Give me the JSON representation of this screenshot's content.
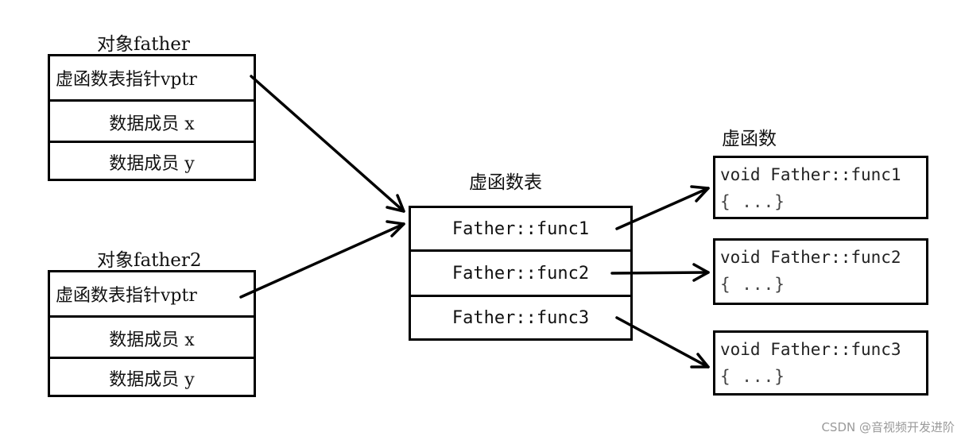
{
  "objects": [
    {
      "title": "对象father",
      "vptr": "虚函数表指针vptr",
      "member_x": "数据成员 x",
      "member_y": "数据成员 y"
    },
    {
      "title": "对象father2",
      "vptr": "虚函数表指针vptr",
      "member_x": "数据成员 x",
      "member_y": "数据成员 y"
    }
  ],
  "vtable": {
    "title": "虚函数表",
    "entries": [
      "Father::func1",
      "Father::func2",
      "Father::func3"
    ]
  },
  "functions": {
    "title": "虚函数",
    "items": [
      {
        "signature": "void Father::func1",
        "body": "{ ...}"
      },
      {
        "signature": "void Father::func2",
        "body": "{ ...}"
      },
      {
        "signature": "void Father::func3",
        "body": "{ ...}"
      }
    ]
  },
  "watermark": "CSDN @音视频开发进阶"
}
